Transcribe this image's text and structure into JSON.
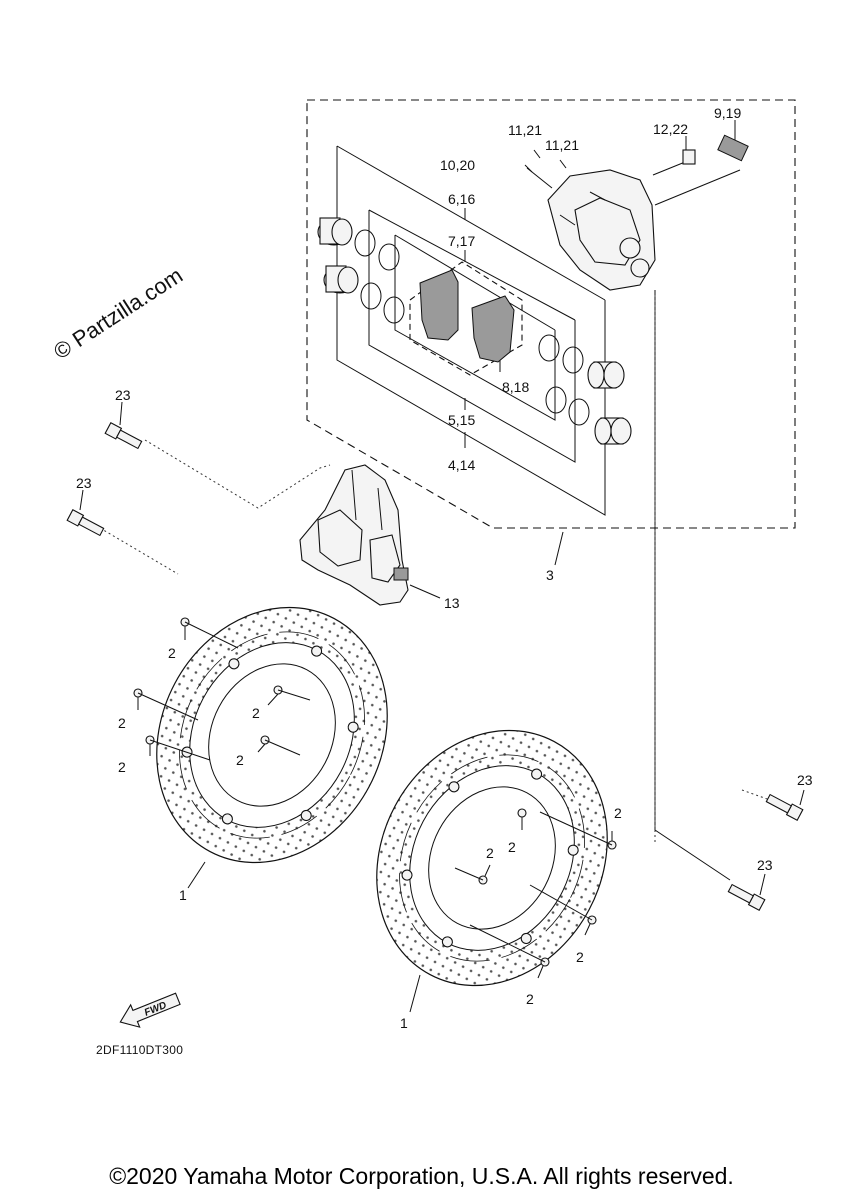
{
  "watermark": "© Partzilla.com",
  "diagram_code": "2DF1110DT300",
  "fwd_label": "FWD",
  "copyright": "©2020 Yamaha Motor Corporation, U.S.A. All rights reserved.",
  "callouts": {
    "c_11_21_a": "11,21",
    "c_11_21_b": "11,21",
    "c_10_20": "10,20",
    "c_12_22": "12,22",
    "c_9_19": "9,19",
    "c_6_16": "6,16",
    "c_7_17": "7,17",
    "c_8_18": "8,18",
    "c_5_15": "5,15",
    "c_4_14": "4,14",
    "c_3": "3",
    "c_13": "13",
    "c_23_a": "23",
    "c_23_b": "23",
    "c_23_c": "23",
    "c_23_d": "23",
    "c_2_a": "2",
    "c_2_b": "2",
    "c_2_c": "2",
    "c_2_d": "2",
    "c_2_e": "2",
    "c_2_f": "2",
    "c_2_g": "2",
    "c_2_h": "2",
    "c_2_i": "2",
    "c_1_a": "1",
    "c_1_b": "1"
  }
}
